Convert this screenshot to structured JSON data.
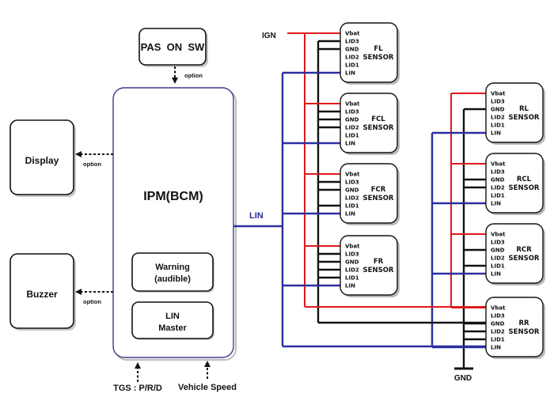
{
  "title": "LIN-based parking assist system block diagram",
  "colors": {
    "power_wire": "#e0191b",
    "ground_wire": "#111111",
    "lin_bus": "#2b2f9e",
    "controller_border": "#3a3a8c"
  },
  "controller": {
    "label": "IPM(BCM)",
    "sub_blocks": [
      {
        "line1": "Warning",
        "line2": "(audible)"
      },
      {
        "line1": "LIN",
        "line2": "Master"
      }
    ]
  },
  "inputs": {
    "pas_switch": {
      "label": "PAS  ON  SW",
      "connection": "option"
    },
    "tgs": {
      "label": "TGS : P/R/D"
    },
    "vehicle_speed": {
      "label": "Vehicle Speed"
    }
  },
  "outputs": {
    "display": {
      "label": "Display",
      "connection": "option"
    },
    "buzzer": {
      "label": "Buzzer",
      "connection": "option"
    }
  },
  "bus": {
    "lin_label": "LIN",
    "ign_label": "IGN",
    "gnd_label": "GND"
  },
  "pins": [
    "Vbat",
    "LID3",
    "GND",
    "LID2",
    "LID1",
    "LIN"
  ],
  "sensors": [
    {
      "id": "FL",
      "line1": "FL",
      "line2": "SENSOR",
      "lid_grounded": [
        "LID3"
      ]
    },
    {
      "id": "FCL",
      "line1": "FCL",
      "line2": "SENSOR",
      "lid_grounded": [
        "LID3",
        "LID2"
      ]
    },
    {
      "id": "FCR",
      "line1": "FCR",
      "line2": "SENSOR",
      "lid_grounded": [
        "LID3",
        "LID1"
      ]
    },
    {
      "id": "FR",
      "line1": "FR",
      "line2": "SENSOR",
      "lid_grounded": [
        "LID3",
        "LID2",
        "LID1"
      ]
    },
    {
      "id": "RL",
      "line1": "RL",
      "line2": "SENSOR",
      "lid_grounded": []
    },
    {
      "id": "RCL",
      "line1": "RCL",
      "line2": "SENSOR",
      "lid_grounded": [
        "LID2"
      ]
    },
    {
      "id": "RCR",
      "line1": "RCR",
      "line2": "SENSOR",
      "lid_grounded": [
        "LID1"
      ]
    },
    {
      "id": "RR",
      "line1": "RR",
      "line2": "SENSOR",
      "lid_grounded": [
        "LID2",
        "LID1"
      ]
    }
  ]
}
